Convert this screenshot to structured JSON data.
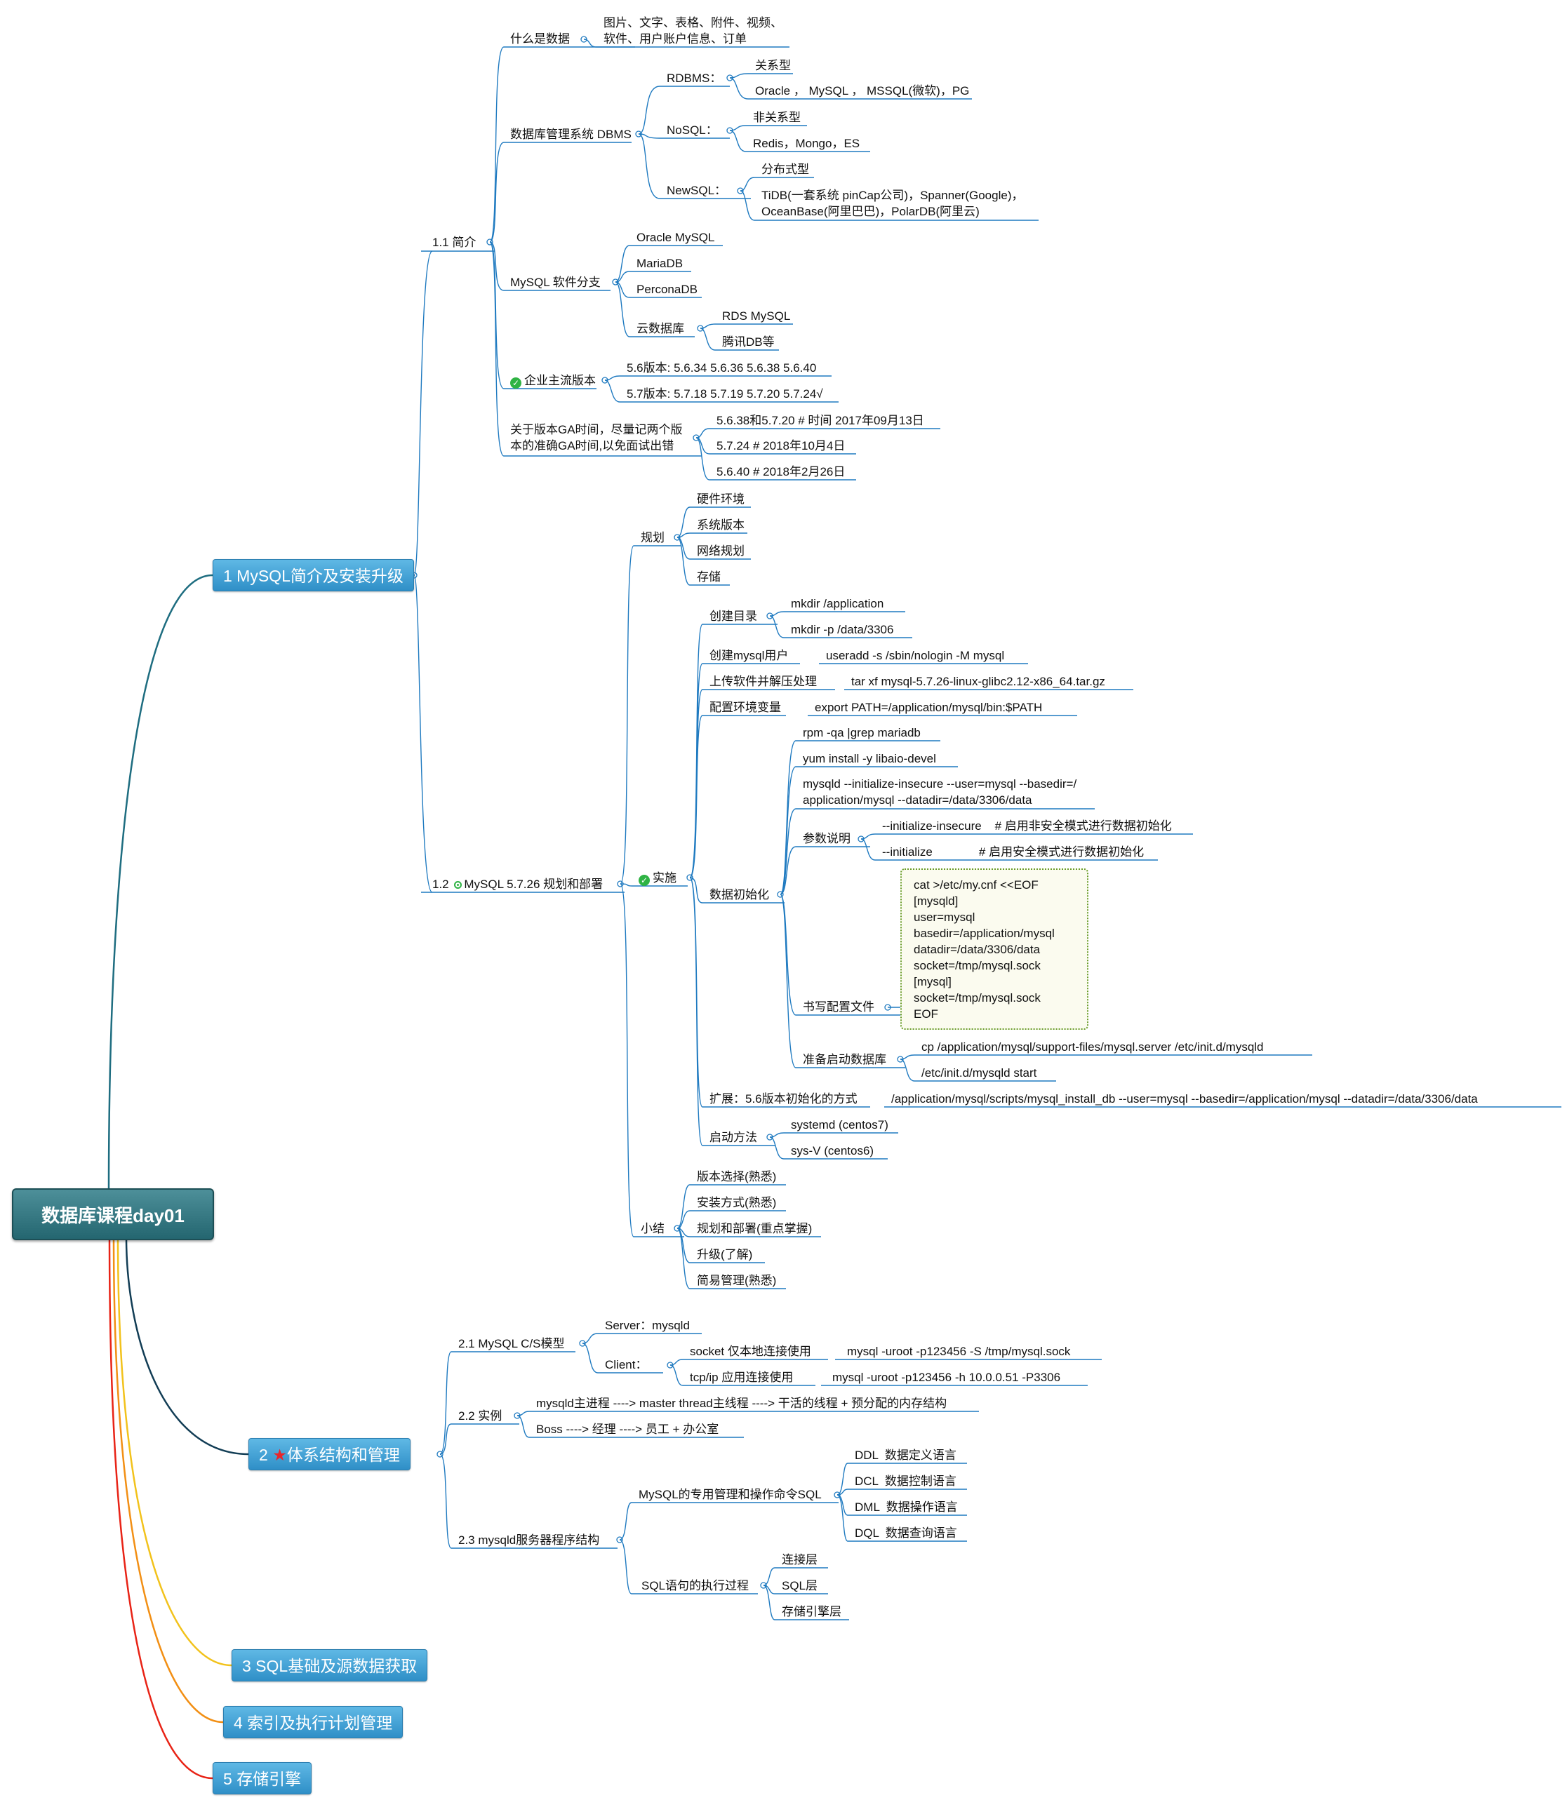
{
  "root": "数据库课程day01",
  "main_topics": {
    "t1": "1 MySQL简介及安装升级",
    "t2_num": "2",
    "t2_text": "体系结构和管理",
    "t3": "3 SQL基础及源数据获取",
    "t4": "4 索引及执行计划管理",
    "t5": "5 存储引擎"
  },
  "s1_1": {
    "title": "1.1 简介",
    "what": "什么是数据",
    "what_desc": "图片、文字、表格、附件、视频、\n软件、用户账户信息、订单",
    "dbms": "数据库管理系统 DBMS",
    "rdbms": "RDBMS：",
    "rdbms_type": "关系型",
    "rdbms_list": "Oracle ， MySQL ， MSSQL(微软)，PG",
    "nosql": "NoSQL：",
    "nosql_type": "非关系型",
    "nosql_list": "Redis，Mongo，ES",
    "newsql": "NewSQL：",
    "newsql_type": "分布式型",
    "newsql_list": "TiDB(一套系统 pinCap公司)，Spanner(Google)，\nOceanBase(阿里巴巴)，PolarDB(阿里云)",
    "branch": "MySQL 软件分支",
    "branch_oracle": "Oracle MySQL",
    "branch_maria": "MariaDB",
    "branch_percona": "PerconaDB",
    "branch_cloud": "云数据库",
    "cloud_rds": "RDS MySQL",
    "cloud_tencent": "腾讯DB等",
    "versions": "企业主流版本",
    "v56": "5.6版本: 5.6.34   5.6.36   5.6.38   5.6.40",
    "v57": "5.7版本: 5.7.18   5.7.19   5.7.20   5.7.24√",
    "ga": "关于版本GA时间，尽量记两个版\n本的准确GA时间,以免面试出错",
    "ga1": "5.6.38和5.7.20  # 时间 2017年09月13日",
    "ga2": "5.7.24 # 2018年10月4日",
    "ga3": "5.6.40 # 2018年2月26日"
  },
  "s1_2": {
    "prefix": "1.2",
    "title": "MySQL 5.7.26 规划和部署",
    "plan": "规划",
    "plan_items": [
      "硬件环境",
      "系统版本",
      "网络规划",
      "存储"
    ],
    "impl": "实施",
    "mkdir": "创建目录",
    "mkdir_1": "mkdir /application",
    "mkdir_2": "mkdir -p /data/3306",
    "user": "创建mysql用户",
    "user_cmd": "useradd -s /sbin/nologin -M mysql",
    "upload": "上传软件并解压处理",
    "upload_cmd": "tar xf mysql-5.7.26-linux-glibc2.12-x86_64.tar.gz",
    "env": "配置环境变量",
    "env_cmd": "export PATH=/application/mysql/bin:$PATH",
    "init": "数据初始化",
    "init_rpm": "rpm -qa |grep mariadb",
    "init_yum": "yum install -y libaio-devel",
    "init_cmd": "mysqld --initialize-insecure --user=mysql --basedir=/\napplication/mysql --datadir=/data/3306/data",
    "param": "参数说明",
    "param_1": "--initialize-insecure    # 启用非安全模式进行数据初始化",
    "param_2": "--initialize              # 启用安全模式进行数据初始化",
    "cfg": "书写配置文件",
    "cfg_text": "cat >/etc/my.cnf <<EOF\n[mysqld]\nuser=mysql\nbasedir=/application/mysql\ndatadir=/data/3306/data\nsocket=/tmp/mysql.sock\n[mysql]\nsocket=/tmp/mysql.sock\nEOF",
    "start_prep": "准备启动数据库",
    "start_cp": "cp /application/mysql/support-files/mysql.server /etc/init.d/mysqld",
    "start_cmd": "/etc/init.d/mysqld start",
    "ext": "扩展：5.6版本初始化的方式",
    "ext_cmd": "/application/mysql/scripts/mysql_install_db --user=mysql --basedir=/application/mysql --datadir=/data/3306/data",
    "start": "启动方法",
    "start_1": "systemd (centos7)",
    "start_2": "sys-V (centos6)",
    "summary": "小结",
    "summary_items": [
      "版本选择(熟悉)",
      "安装方式(熟悉)",
      "规划和部署(重点掌握)",
      "升级(了解)",
      "简易管理(熟悉)"
    ]
  },
  "s2": {
    "cs": "2.1 MySQL C/S模型",
    "server": "Server：mysqld",
    "client": "Client：",
    "socket": "socket 仅本地连接使用",
    "socket_cmd": "mysql -uroot -p123456 -S /tmp/mysql.sock",
    "tcp": "tcp/ip 应用连接使用",
    "tcp_cmd": "mysql -uroot -p123456 -h 10.0.0.51 -P3306",
    "inst": "2.2 实例",
    "inst_1": "mysqld主进程 ----> master thread主线程 ----> 干活的线程 + 预分配的内存结构",
    "inst_2": "Boss ----> 经理 ----> 员工 + 办公室",
    "prog": "2.3 mysqld服务器程序结构",
    "cmd": "MySQL的专用管理和操作命令SQL",
    "ddl": "DDL  数据定义语言",
    "dcl": "DCL  数据控制语言",
    "dml": "DML  数据操作语言",
    "dql": "DQL  数据查询语言",
    "exec": "SQL语句的执行过程",
    "layer_1": "连接层",
    "layer_2": "SQL层",
    "layer_3": "存储引擎层"
  }
}
